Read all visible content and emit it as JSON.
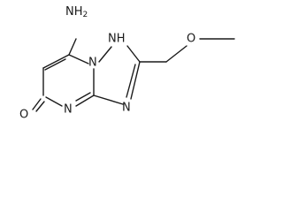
{
  "molecule": {
    "atoms": {
      "amino": "NH2",
      "ring_nh": "NH",
      "n_bridge": "N",
      "n_left": "N",
      "n_right": "N",
      "carbonyl_o": "O",
      "ether_o": "O"
    }
  }
}
